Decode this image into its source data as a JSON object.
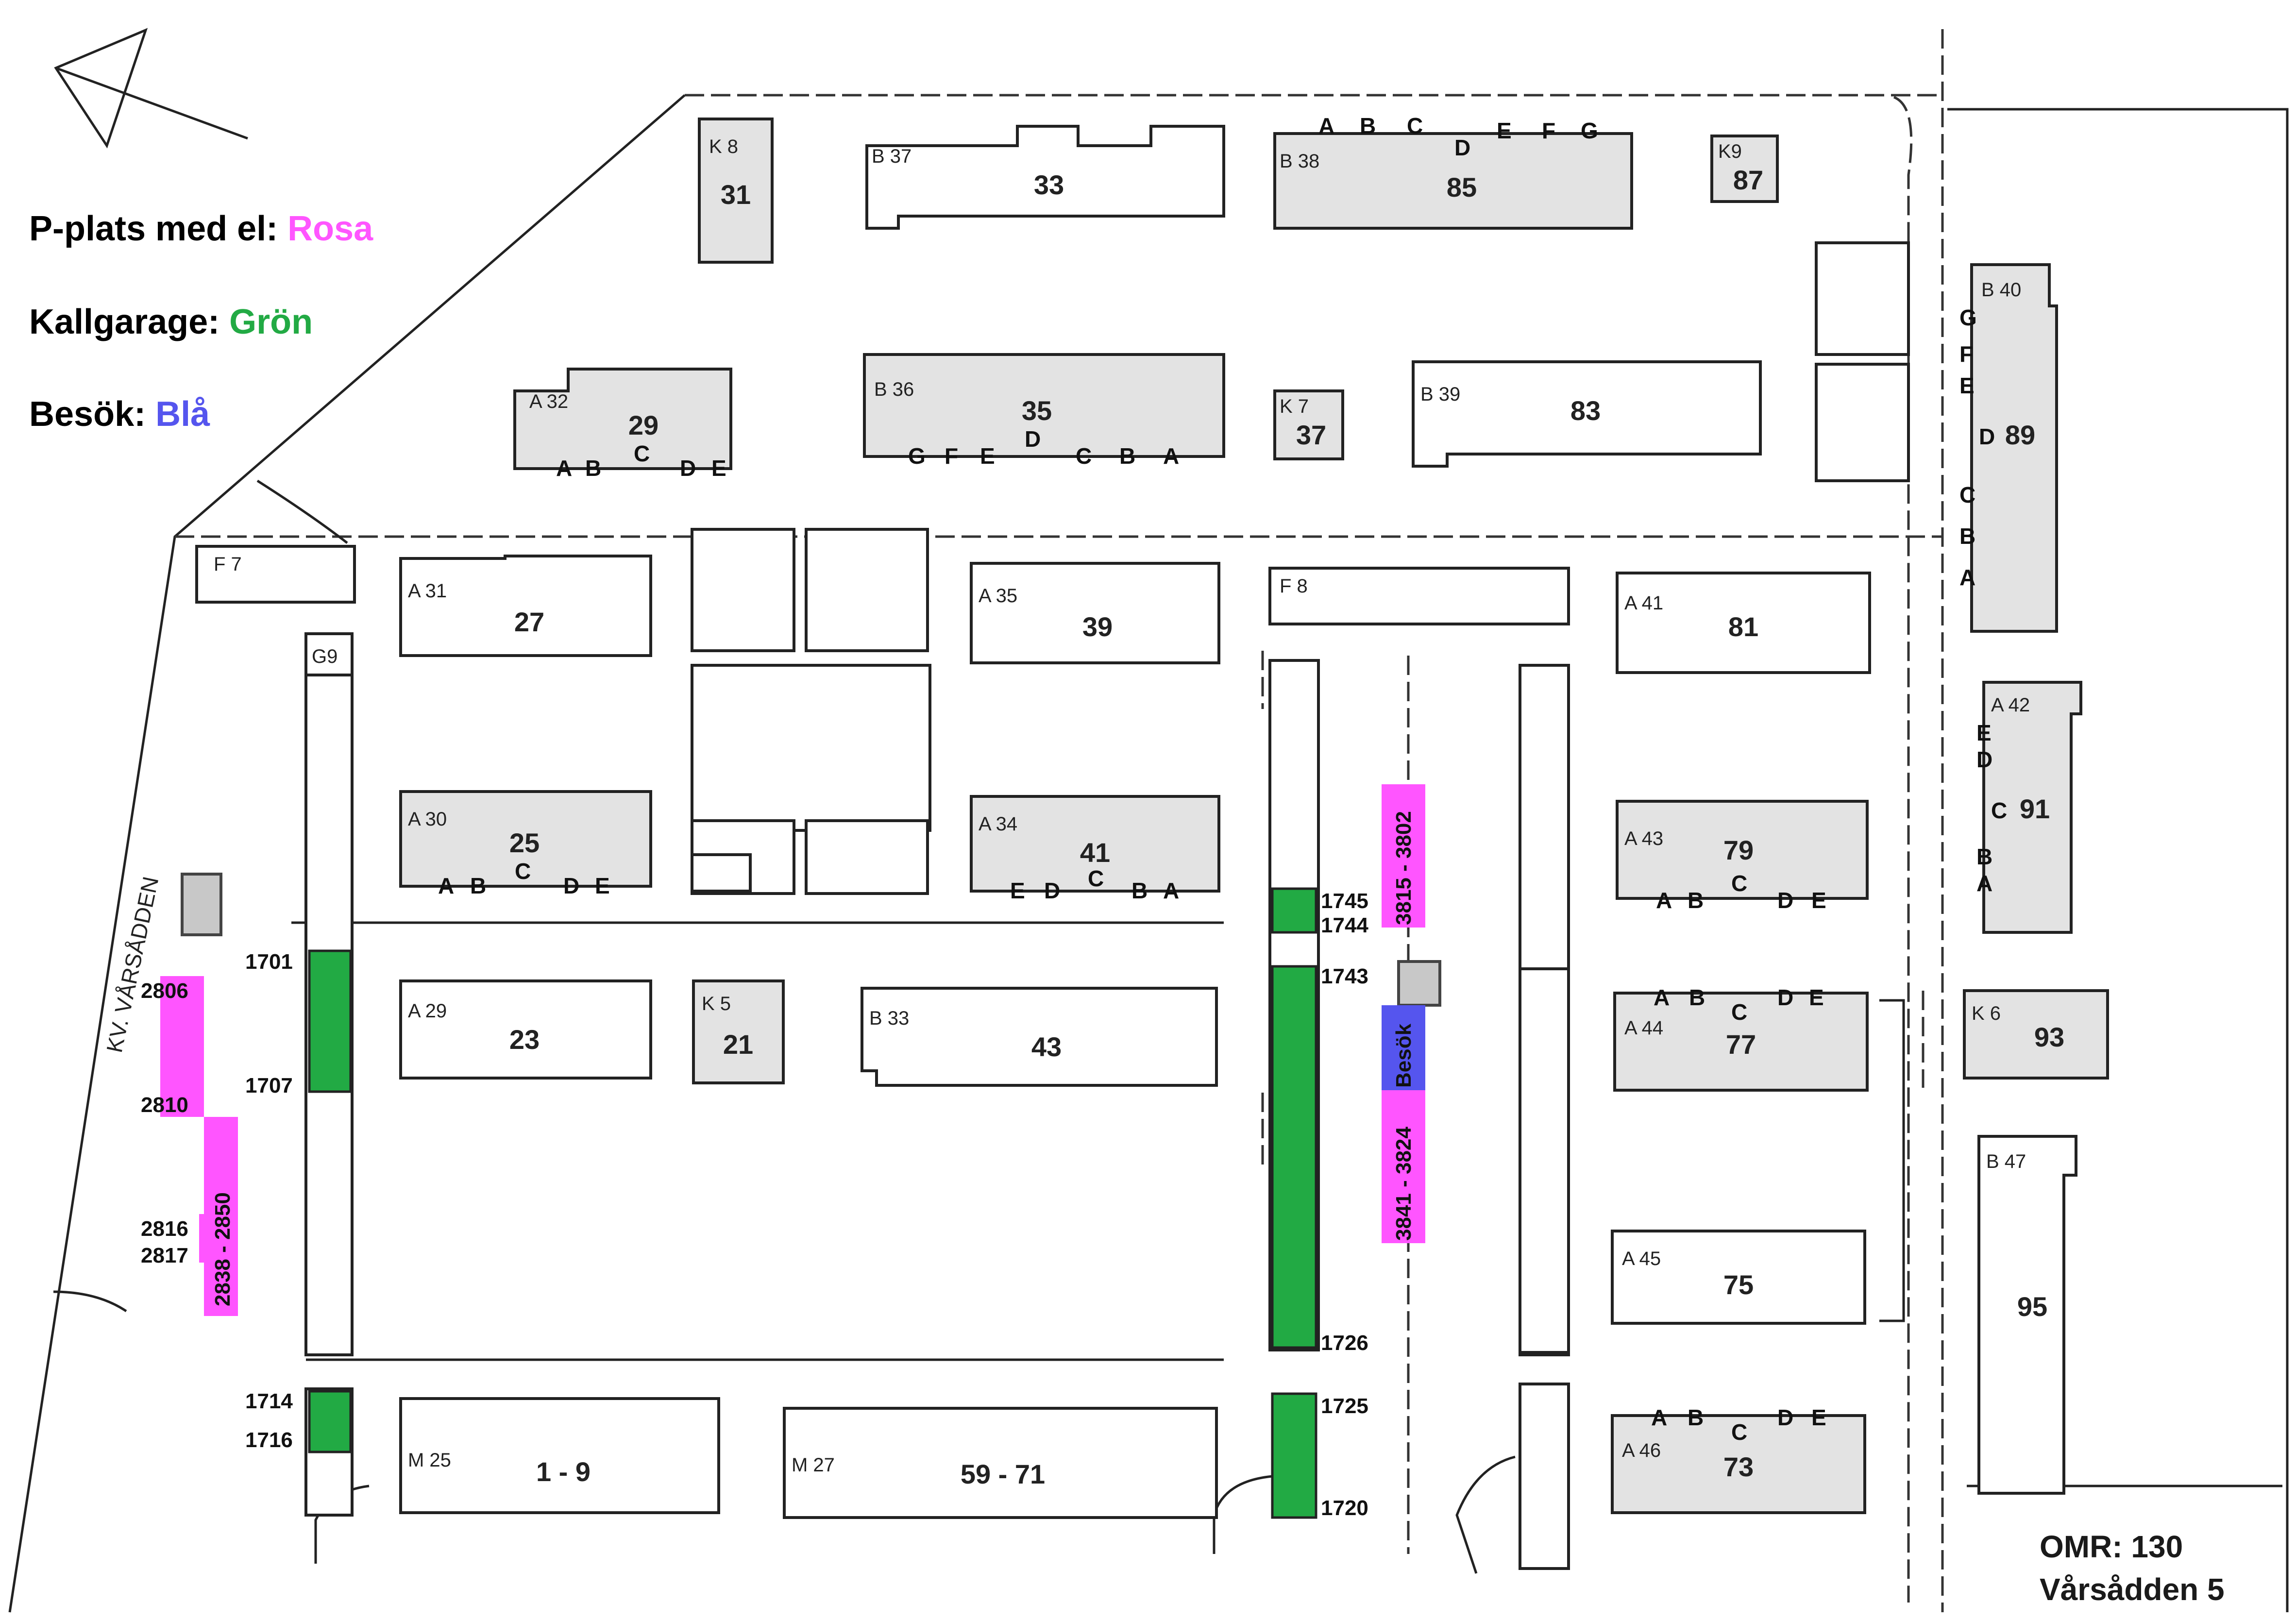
{
  "legend": {
    "rosa": {
      "label": "P-plats med el:",
      "value": "Rosa",
      "color": "#ff55ff"
    },
    "gron": {
      "label": "Kallgarage:",
      "value": "Grön",
      "color": "#22aa44"
    },
    "blue": {
      "label": "Besök:",
      "value": "Blå",
      "color": "#5555ee"
    }
  },
  "footer": {
    "omr": "OMR: 130",
    "name": "Vårsådden 5"
  },
  "street": "KV. VÅRSÅDDEN",
  "colors": {
    "building_fill": "#e3e3e3",
    "building_stroke": "#222222",
    "pink": "#ff55ff",
    "green": "#22aa44",
    "blue": "#5555ee"
  },
  "buildings": {
    "b31": {
      "code": "K 8",
      "num": "31",
      "entries": []
    },
    "b33": {
      "code": "B 37",
      "num": "33",
      "entries": []
    },
    "b85": {
      "code": "B 38",
      "num": "85",
      "entries": [
        "A",
        "B",
        "C",
        "D",
        "E",
        "F",
        "G"
      ]
    },
    "b87": {
      "code": "K9",
      "num": "87",
      "entries": []
    },
    "b29": {
      "code": "A 32",
      "num": "29",
      "entries": [
        "A",
        "B",
        "C",
        "D",
        "E"
      ]
    },
    "b35": {
      "code": "B 36",
      "num": "35",
      "entries": [
        "G",
        "F",
        "E",
        "D",
        "C",
        "B",
        "A"
      ]
    },
    "b37": {
      "code": "K 7",
      "num": "37",
      "entries": []
    },
    "b83": {
      "code": "B 39",
      "num": "83",
      "entries": []
    },
    "b89": {
      "code": "B 40",
      "num": "89",
      "entries": [
        "G",
        "F",
        "E",
        "D",
        "C",
        "B",
        "A"
      ]
    },
    "bF7": {
      "code": "F 7",
      "num": "",
      "entries": []
    },
    "b27": {
      "code": "A 31",
      "num": "27",
      "entries": []
    },
    "b39": {
      "code": "A 35",
      "num": "39",
      "entries": []
    },
    "bF8": {
      "code": "F 8",
      "num": "",
      "entries": []
    },
    "b81": {
      "code": "A 41",
      "num": "81",
      "entries": []
    },
    "bG9": {
      "code": "G9",
      "num": "",
      "entries": []
    },
    "b91": {
      "code": "A 42",
      "num": "91",
      "entries": [
        "E",
        "D",
        "C",
        "B",
        "A"
      ]
    },
    "b25": {
      "code": "A 30",
      "num": "25",
      "entries": [
        "A",
        "B",
        "C",
        "D",
        "E"
      ]
    },
    "b41": {
      "code": "A 34",
      "num": "41",
      "entries": [
        "E",
        "D",
        "C",
        "B",
        "A"
      ]
    },
    "b79": {
      "code": "A 43",
      "num": "79",
      "entries": [
        "A",
        "B",
        "C",
        "D",
        "E"
      ]
    },
    "b23": {
      "code": "A 29",
      "num": "23",
      "entries": []
    },
    "b21": {
      "code": "K 5",
      "num": "21",
      "entries": []
    },
    "b43": {
      "code": "B 33",
      "num": "43",
      "entries": []
    },
    "b77": {
      "code": "A 44",
      "num": "77",
      "entries": [
        "A",
        "B",
        "C",
        "D",
        "E"
      ]
    },
    "b93": {
      "code": "K 6",
      "num": "93",
      "entries": []
    },
    "b75": {
      "code": "A 45",
      "num": "75",
      "entries": []
    },
    "b95": {
      "code": "B 47",
      "num": "95",
      "entries": []
    },
    "b1_9": {
      "code": "M 25",
      "num": "1 - 9",
      "entries": []
    },
    "b59_71": {
      "code": "M 27",
      "num": "59 - 71",
      "entries": []
    },
    "b73": {
      "code": "A 46",
      "num": "73",
      "entries": [
        "A",
        "B",
        "C",
        "D",
        "E"
      ]
    }
  },
  "parking": {
    "p2806": "2806",
    "p2810": "2810",
    "p2816": "2816",
    "p2817": "2817",
    "p2838_2850": "2838 - 2850",
    "p3815_3802": "3815 - 3802",
    "p3841_3824": "3841 - 3824",
    "besok": "Besök",
    "g1701": "1701",
    "g1707": "1707",
    "g1714": "1714",
    "g1716": "1716",
    "g1745": "1745",
    "g1744": "1744",
    "g1743": "1743",
    "g1726": "1726",
    "g1725": "1725",
    "g1720": "1720"
  }
}
